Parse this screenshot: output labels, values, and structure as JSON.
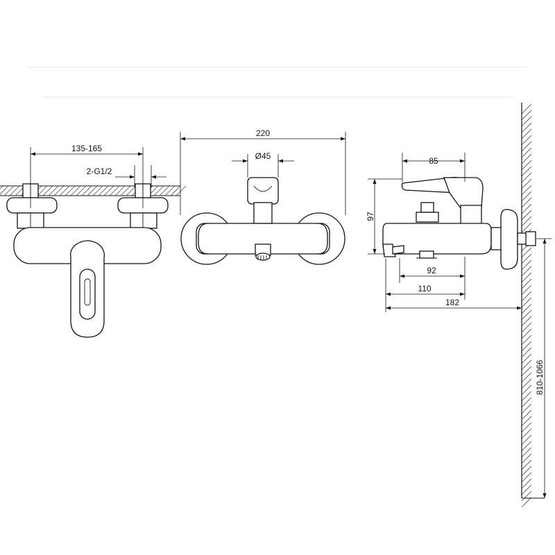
{
  "dimensions": {
    "inlet_spacing": "135-165",
    "inlet_thread": "2-G1/2",
    "overall_width": "220",
    "body_diameter": "Ø45",
    "handle_width": "85",
    "height": "97",
    "spout_to_inlet": "92",
    "spout_projection": "110",
    "total_depth": "182",
    "mounting_height": "810-1066"
  },
  "colors": {
    "line": "#111111",
    "background": "#ffffff",
    "hatch": "#444444"
  }
}
